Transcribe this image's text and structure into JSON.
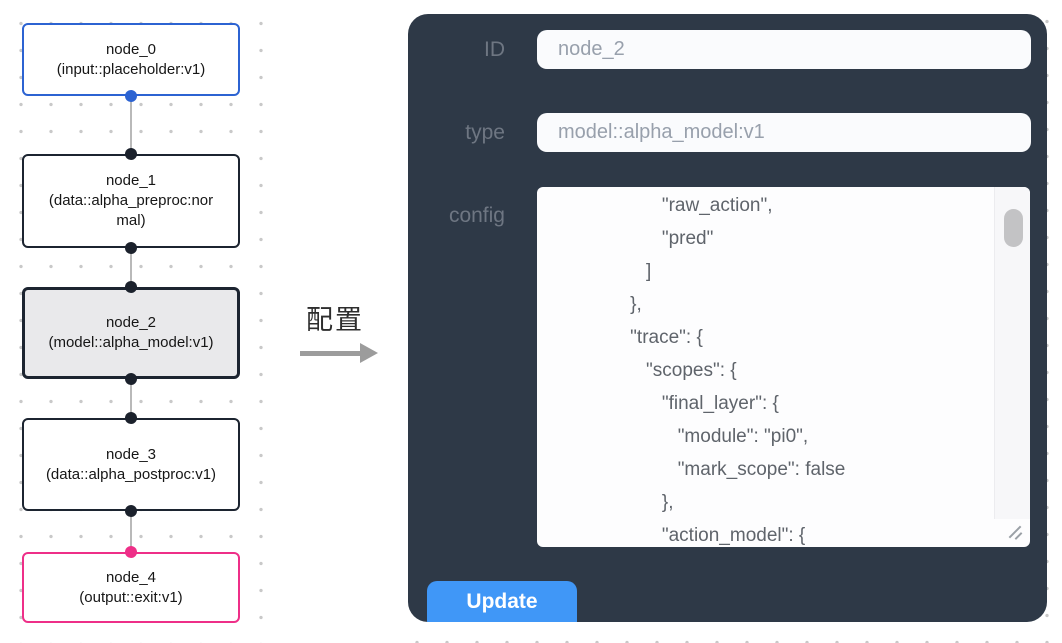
{
  "flow": {
    "nodes": [
      {
        "id": "node_0",
        "type": "(input::placeholder:v1)"
      },
      {
        "id": "node_1",
        "type": "(data::alpha_preproc:normal)"
      },
      {
        "id": "node_2",
        "type": "(model::alpha_model:v1)"
      },
      {
        "id": "node_3",
        "type": "(data::alpha_postproc:v1)"
      },
      {
        "id": "node_4",
        "type": "(output::exit:v1)"
      }
    ]
  },
  "transfer": {
    "label": "配置"
  },
  "panel": {
    "fields": {
      "id": {
        "label": "ID",
        "value": "node_2"
      },
      "type": {
        "label": "type",
        "value": "model::alpha_model:v1"
      },
      "config": {
        "label": "config",
        "value": "                     \"raw_action\",\n                     \"pred\"\n                  ]\n               },\n               \"trace\": {\n                  \"scopes\": {\n                     \"final_layer\": {\n                        \"module\": \"pi0\",\n                        \"mark_scope\": false\n                     },\n                     \"action_model\": {"
      }
    },
    "update_label": "Update"
  },
  "colors": {
    "panel_bg": "#2e3947",
    "accent_blue": "#4097f7",
    "node_input_border": "#2c63d2",
    "node_output_border": "#ee2f88",
    "node_default_border": "#1c2430",
    "selected_node_bg": "#e9e9eb"
  }
}
